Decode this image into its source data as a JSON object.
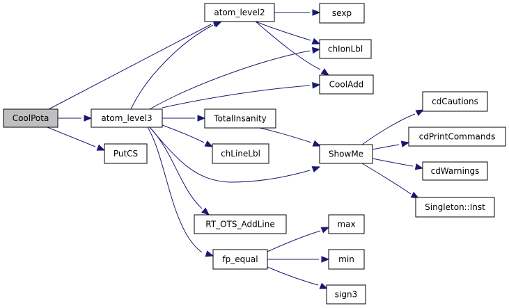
{
  "colors": {
    "edge": "#191970",
    "node_fill": "#ffffff",
    "root_fill": "#bfbfbf",
    "border": "#000000"
  },
  "nodes": [
    {
      "id": "coolpota",
      "label": "CoolPota",
      "root": true
    },
    {
      "id": "atom_level2",
      "label": "atom_level2"
    },
    {
      "id": "atom_level3",
      "label": "atom_level3"
    },
    {
      "id": "putcs",
      "label": "PutCS"
    },
    {
      "id": "sexp",
      "label": "sexp"
    },
    {
      "id": "chionlbl",
      "label": "chIonLbl"
    },
    {
      "id": "cooladd",
      "label": "CoolAdd"
    },
    {
      "id": "totalinsanity",
      "label": "TotalInsanity"
    },
    {
      "id": "chlinelbl",
      "label": "chLineLbl"
    },
    {
      "id": "showme",
      "label": "ShowMe"
    },
    {
      "id": "rt_ots_addline",
      "label": "RT_OTS_AddLine"
    },
    {
      "id": "fp_equal",
      "label": "fp_equal"
    },
    {
      "id": "cdcautions",
      "label": "cdCautions"
    },
    {
      "id": "cdprintcommands",
      "label": "cdPrintCommands"
    },
    {
      "id": "cdwarnings",
      "label": "cdWarnings"
    },
    {
      "id": "singleton_inst",
      "label": "Singleton::Inst"
    },
    {
      "id": "max",
      "label": "max"
    },
    {
      "id": "min",
      "label": "min"
    },
    {
      "id": "sign3",
      "label": "sign3"
    }
  ],
  "edges": [
    {
      "from": "coolpota",
      "to": "atom_level2"
    },
    {
      "from": "coolpota",
      "to": "atom_level3"
    },
    {
      "from": "coolpota",
      "to": "putcs"
    },
    {
      "from": "atom_level2",
      "to": "sexp"
    },
    {
      "from": "atom_level2",
      "to": "chionlbl"
    },
    {
      "from": "atom_level2",
      "to": "cooladd"
    },
    {
      "from": "atom_level3",
      "to": "atom_level2"
    },
    {
      "from": "atom_level3",
      "to": "chionlbl"
    },
    {
      "from": "atom_level3",
      "to": "cooladd"
    },
    {
      "from": "atom_level3",
      "to": "totalinsanity"
    },
    {
      "from": "atom_level3",
      "to": "chlinelbl"
    },
    {
      "from": "atom_level3",
      "to": "showme"
    },
    {
      "from": "atom_level3",
      "to": "rt_ots_addline"
    },
    {
      "from": "atom_level3",
      "to": "fp_equal"
    },
    {
      "from": "totalinsanity",
      "to": "showme"
    },
    {
      "from": "showme",
      "to": "cdcautions"
    },
    {
      "from": "showme",
      "to": "cdprintcommands"
    },
    {
      "from": "showme",
      "to": "cdwarnings"
    },
    {
      "from": "showme",
      "to": "singleton_inst"
    },
    {
      "from": "fp_equal",
      "to": "max"
    },
    {
      "from": "fp_equal",
      "to": "min"
    },
    {
      "from": "fp_equal",
      "to": "sign3"
    }
  ]
}
